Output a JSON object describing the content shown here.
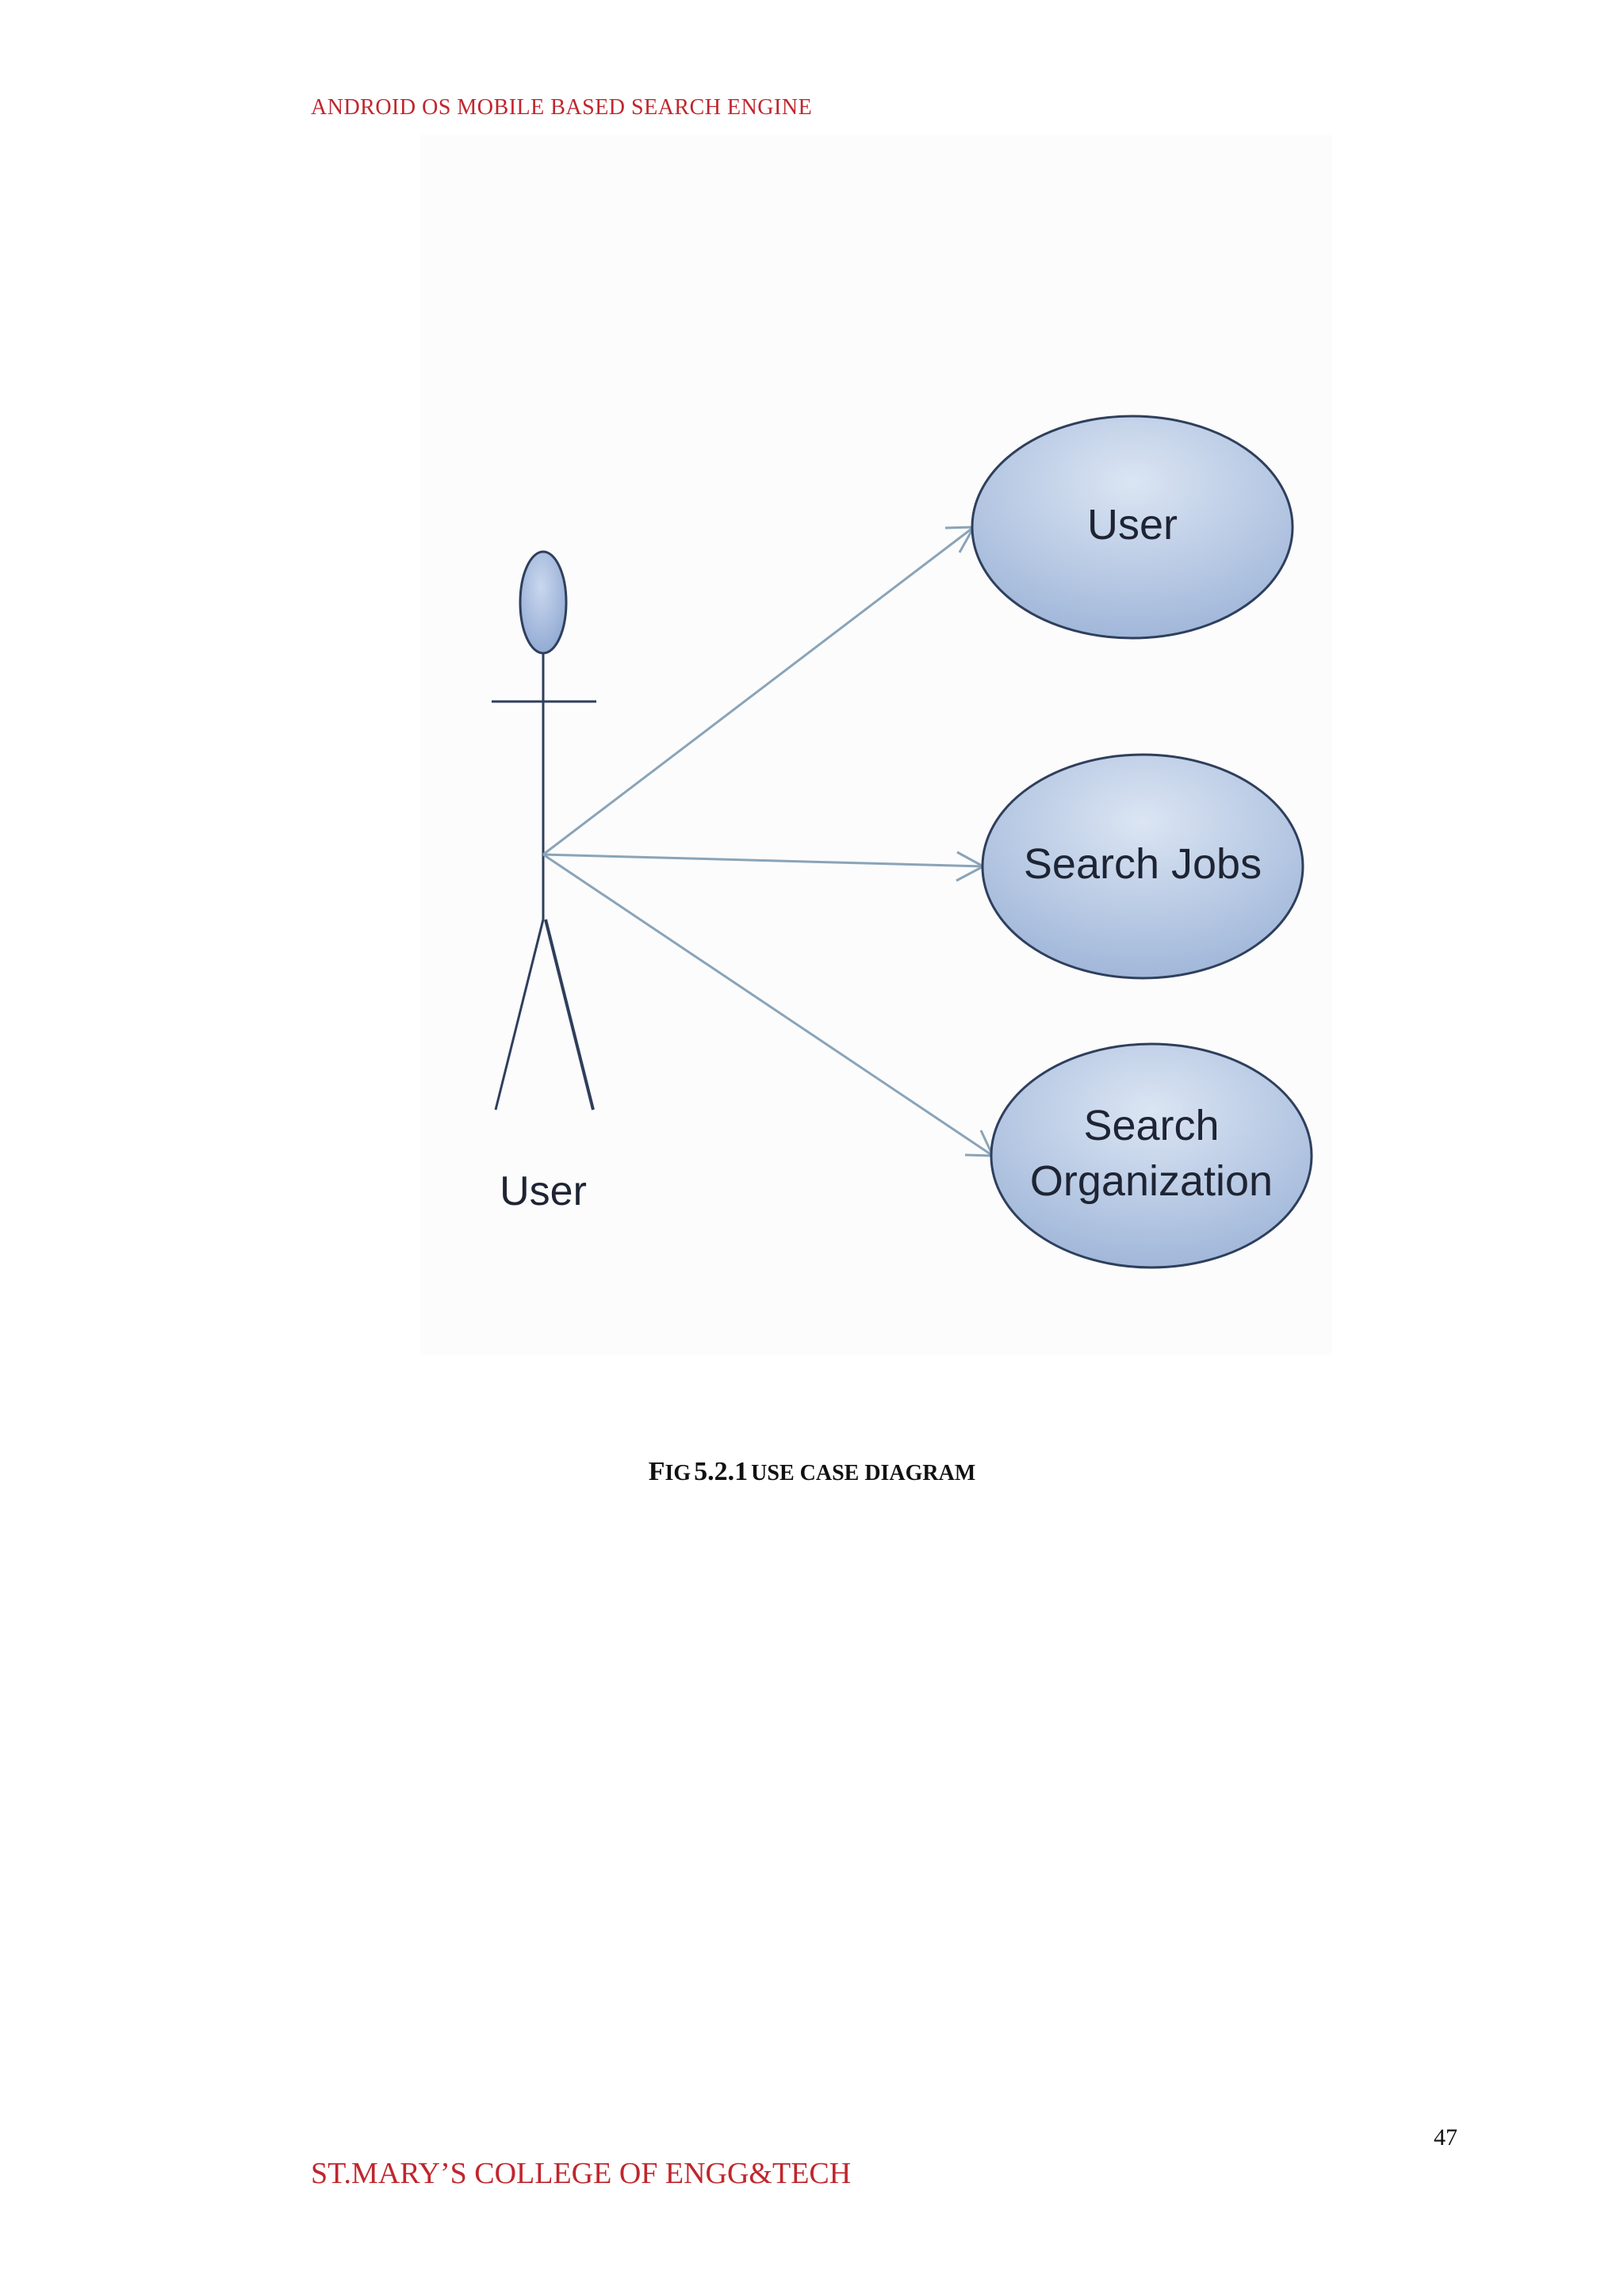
{
  "header": {
    "running_title": "ANDROID OS  MOBILE BASED SEARCH ENGINE"
  },
  "diagram": {
    "type": "use-case",
    "actor": {
      "label": "User"
    },
    "use_cases": [
      {
        "lines": [
          "User"
        ]
      },
      {
        "lines": [
          "Search Jobs"
        ]
      },
      {
        "lines": [
          "Search",
          "Organization"
        ]
      }
    ],
    "colors": {
      "ellipse_fill_light": "#dbe5f3",
      "ellipse_fill_dark": "#9db4d8",
      "ellipse_stroke": "#2f3f5c",
      "arrow": "#8aa4b8",
      "actor_stroke": "#2f3f5c"
    }
  },
  "caption": {
    "fig_f": "F",
    "fig_ig": "IG",
    "number": "5.2.1",
    "title": "USE CASE DIAGRAM"
  },
  "footer": {
    "page_number": "47",
    "institution": "ST.MARY’S  COLLEGE  OF ENGG&TECH"
  }
}
